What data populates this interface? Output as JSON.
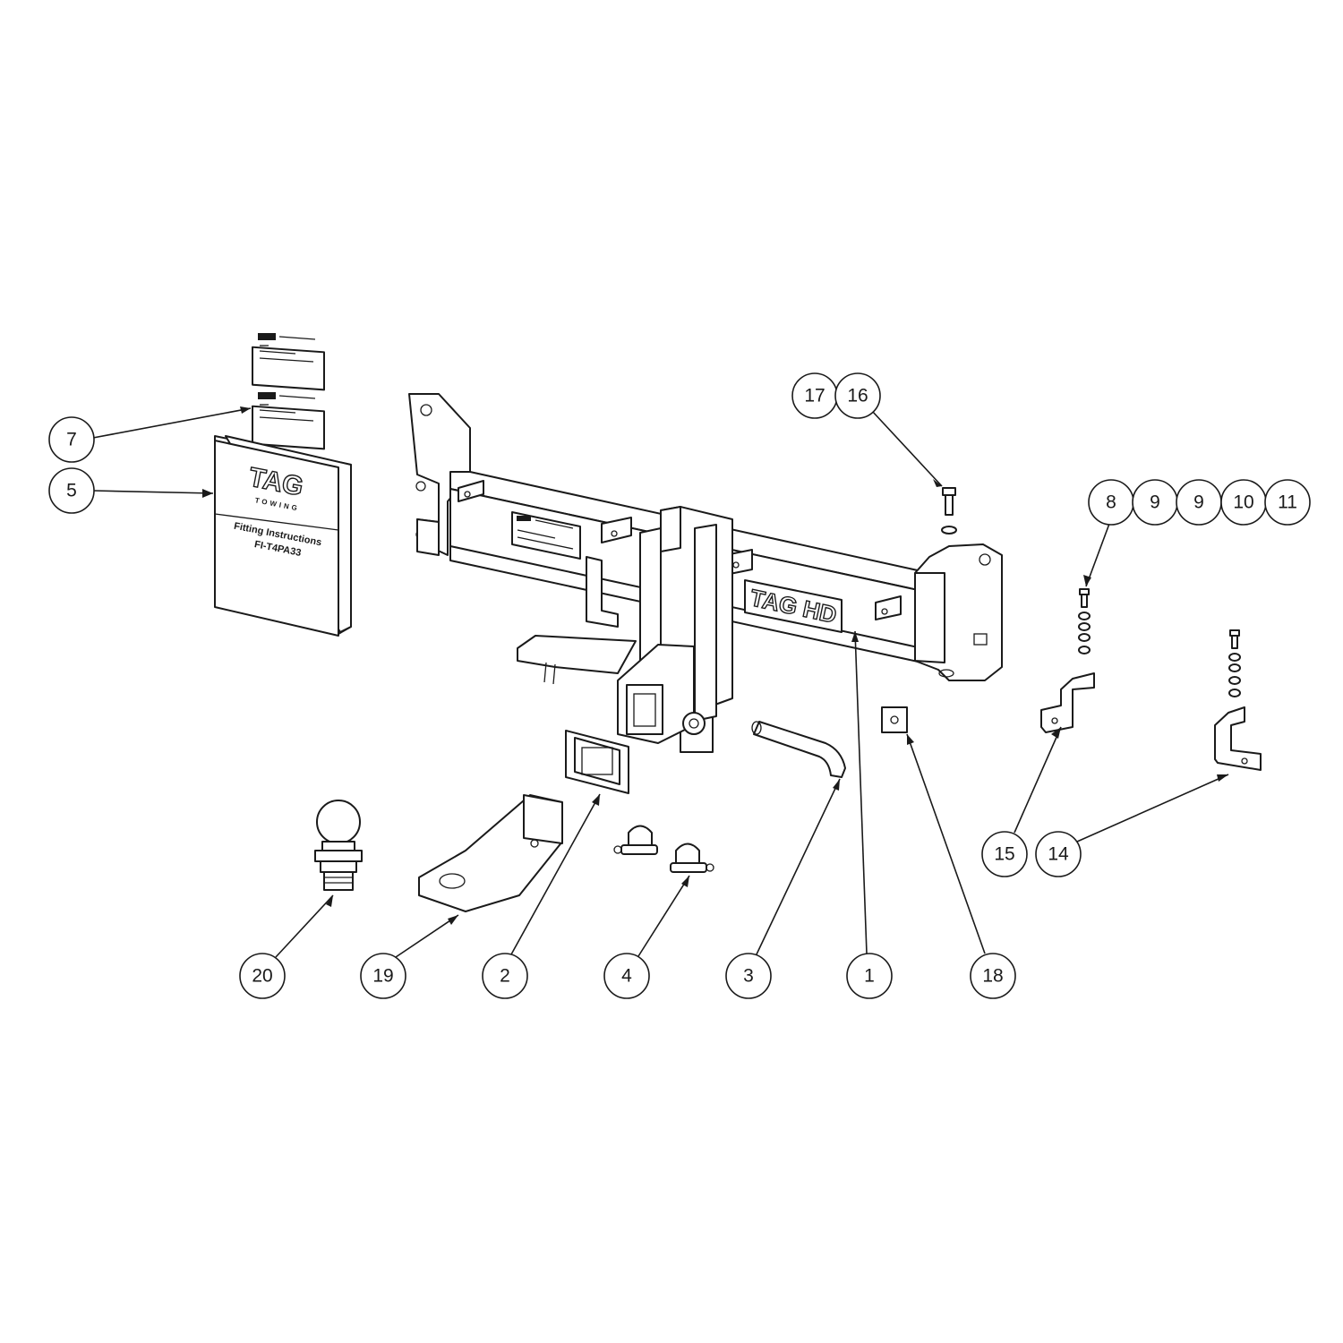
{
  "brand": {
    "book_logo": "TAG",
    "book_logo_sub": "TOWING",
    "bar_logo": "TAG HD"
  },
  "book": {
    "title_line1": "Fitting Instructions",
    "title_line2": "FI-T4PA33"
  },
  "callouts": [
    {
      "id": "c1",
      "label": "1"
    },
    {
      "id": "c2",
      "label": "2"
    },
    {
      "id": "c3",
      "label": "3"
    },
    {
      "id": "c4",
      "label": "4"
    },
    {
      "id": "c5",
      "label": "5"
    },
    {
      "id": "c7",
      "label": "7"
    },
    {
      "id": "c8",
      "label": "8"
    },
    {
      "id": "c9a",
      "label": "9"
    },
    {
      "id": "c9b",
      "label": "9"
    },
    {
      "id": "c10",
      "label": "10"
    },
    {
      "id": "c11",
      "label": "11"
    },
    {
      "id": "c14",
      "label": "14"
    },
    {
      "id": "c15",
      "label": "15"
    },
    {
      "id": "c16",
      "label": "16"
    },
    {
      "id": "c17",
      "label": "17"
    },
    {
      "id": "c18",
      "label": "18"
    },
    {
      "id": "c19",
      "label": "19"
    },
    {
      "id": "c20",
      "label": "20"
    }
  ]
}
